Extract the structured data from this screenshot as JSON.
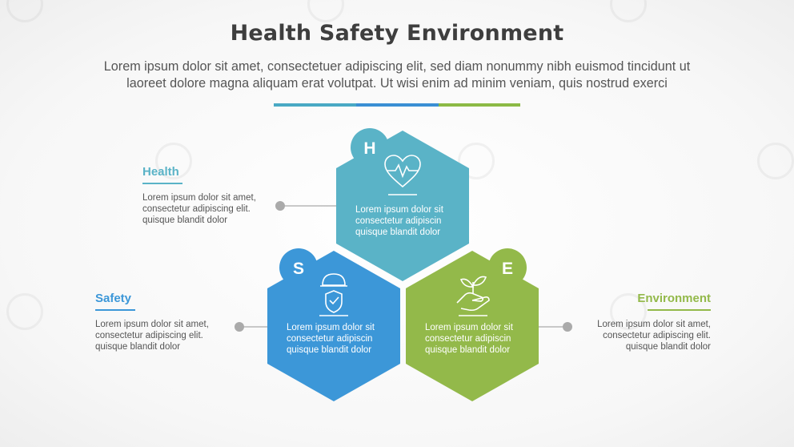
{
  "title": "Health Safety Environment",
  "subtitle_line1": "Lorem ipsum dolor sit amet, consectetuer adipiscing elit, sed diam nonummy nibh euismod tincidunt ut",
  "subtitle_line2": "laoreet dolore magna aliquam erat volutpat. Ut wisi enim ad minim veniam, quis nostrud exerci",
  "colors": {
    "health": "#5ab3c7",
    "safety": "#3c97d8",
    "environment": "#93b94a",
    "rule_teal": "#49a9c4",
    "rule_blue": "#3a8fd4",
    "rule_green": "#8cba45",
    "connector": "#aaaaaa"
  },
  "items": {
    "health": {
      "letter": "H",
      "icon": "heart-pulse-icon",
      "label": "Health",
      "body1": "Lorem ipsum dolor sit amet,",
      "body2": "consectetur adipiscing elit.",
      "body3": "quisque blandit dolor",
      "hex1": "Lorem ipsum dolor sit",
      "hex2": "consectetur adipiscin",
      "hex3": "quisque blandit dolor"
    },
    "safety": {
      "letter": "S",
      "icon": "worker-shield-icon",
      "label": "Safety",
      "body1": "Lorem ipsum dolor sit amet,",
      "body2": "consectetur adipiscing elit.",
      "body3": "quisque blandit dolor",
      "hex1": "Lorem ipsum dolor sit",
      "hex2": "consectetur adipiscin",
      "hex3": "quisque blandit dolor"
    },
    "environment": {
      "letter": "E",
      "icon": "hand-plant-icon",
      "label": "Environment",
      "body1": "Lorem ipsum dolor sit amet,",
      "body2": "consectetur adipiscing elit.",
      "body3": "quisque blandit dolor",
      "hex1": "Lorem ipsum dolor sit",
      "hex2": "consectetur adipiscin",
      "hex3": "quisque blandit dolor"
    }
  }
}
